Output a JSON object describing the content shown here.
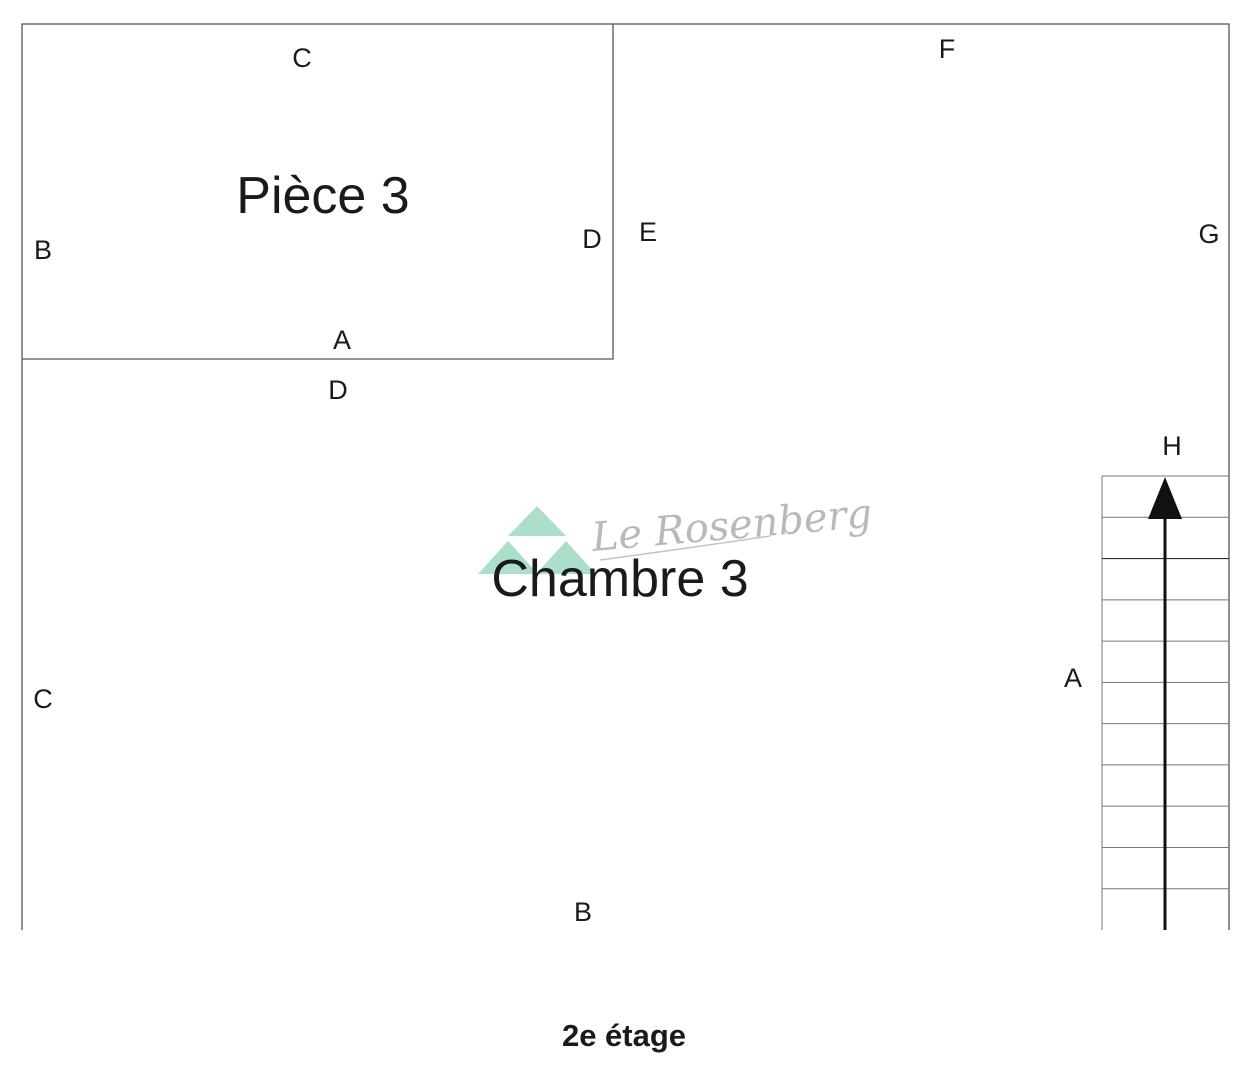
{
  "floor": {
    "title": "2e étage"
  },
  "rooms": {
    "piece": {
      "name": "Pièce 3",
      "walls": {
        "top": "C",
        "left": "B",
        "right": "D",
        "bottom": "A"
      }
    },
    "chambre": {
      "name": "Chambre 3",
      "walls": {
        "top": "D",
        "left": "C",
        "bottom": "B",
        "stairs_side": "A"
      }
    },
    "hallway": {
      "walls": {
        "top": "F",
        "left": "E",
        "right": "G"
      }
    }
  },
  "stairs": {
    "label": "H",
    "direction": "up",
    "step_count": 11
  },
  "watermark": {
    "brand": "Le Rosenberg",
    "colors": {
      "triangle": "#9ed8c0",
      "text": "#b9b9b9"
    }
  },
  "colors": {
    "walls": "#555555",
    "text": "#1a1a1a",
    "background": "#ffffff"
  }
}
